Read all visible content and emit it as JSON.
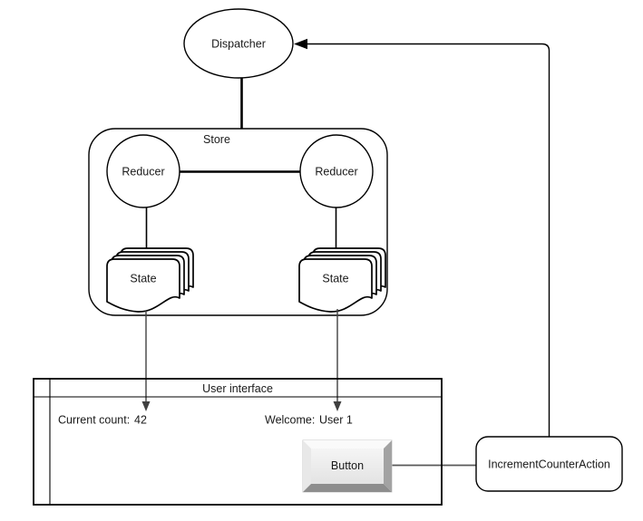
{
  "diagram_type": "flux-redux-data-flow",
  "nodes": {
    "dispatcher": {
      "label": "Dispatcher",
      "shape": "ellipse"
    },
    "store": {
      "label": "Store",
      "shape": "rounded-rect"
    },
    "reducer_left": {
      "label": "Reducer",
      "shape": "circle"
    },
    "reducer_right": {
      "label": "Reducer",
      "shape": "circle"
    },
    "state_left": {
      "label": "State",
      "shape": "multi-document"
    },
    "state_right": {
      "label": "State",
      "shape": "multi-document"
    },
    "user_interface": {
      "label": "User interface",
      "shape": "rect-with-header"
    },
    "button": {
      "label": "Button",
      "shape": "3d-button"
    },
    "increment_counter_action": {
      "label": "IncrementCounterAction",
      "shape": "rounded-rect"
    }
  },
  "user_interface_content": {
    "current_count_label": "Current count:",
    "current_count_value": "42",
    "welcome_label": "Welcome:",
    "welcome_value": "User 1"
  },
  "edges": [
    {
      "from": "dispatcher",
      "to": "store",
      "type": "bold-line"
    },
    {
      "from": "reducer_left",
      "to": "reducer_right",
      "type": "bold-line"
    },
    {
      "from": "reducer_left",
      "to": "state_left",
      "type": "line"
    },
    {
      "from": "reducer_right",
      "to": "state_right",
      "type": "line"
    },
    {
      "from": "state_left",
      "to": "current_count_value",
      "type": "arrow-down"
    },
    {
      "from": "state_right",
      "to": "welcome_value",
      "type": "arrow-down"
    },
    {
      "from": "button",
      "to": "increment_counter_action",
      "type": "line"
    },
    {
      "from": "increment_counter_action",
      "to": "dispatcher",
      "type": "arrow-left-loop"
    }
  ],
  "colors": {
    "background": "#ffffff",
    "node_stroke": "#000000",
    "node_fill": "#ffffff",
    "state_arrow": "#404040",
    "button_connector": "#595959",
    "button_face": "#ececec",
    "button_bevel_top": "#fafafa",
    "button_bevel_left": "#e8e8e8",
    "button_bevel_right": "#a3a3a3",
    "button_bevel_bottom": "#8d8d8d"
  }
}
